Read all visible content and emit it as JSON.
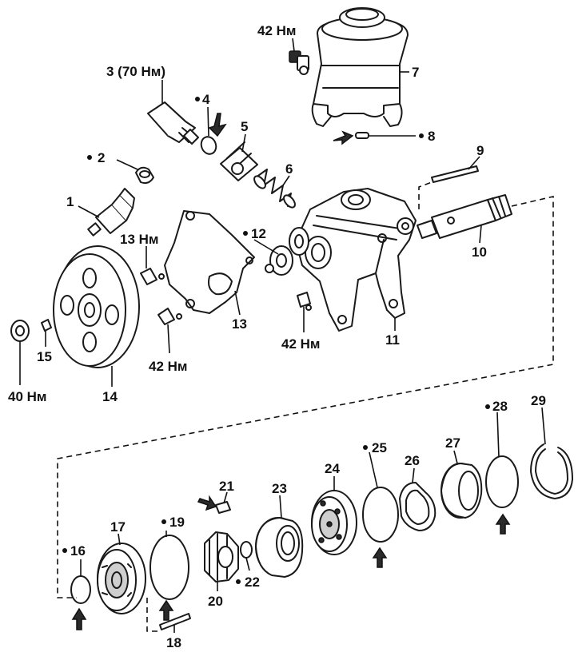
{
  "diagram": {
    "labels": {
      "p1": "1",
      "p2": "2",
      "p3": "3 (70 Нм)",
      "p4": "4",
      "p5": "5",
      "p6": "6",
      "p7": "7",
      "p8": "8",
      "p9": "9",
      "p10": "10",
      "p11": "11",
      "p12": "12",
      "p13": "13",
      "p14": "14",
      "p15": "15",
      "p16": "16",
      "p17": "17",
      "p18": "18",
      "p19": "19",
      "p20": "20",
      "p21": "21",
      "p22": "22",
      "p23": "23",
      "p24": "24",
      "p25": "25",
      "p26": "26",
      "p27": "27",
      "p28": "28",
      "p29": "29"
    },
    "torques": {
      "t_top": "42 Нм",
      "t_13": "13 Нм",
      "t_42_bolt": "42 Нм",
      "t_42_bracket": "42 Нм",
      "t_40": "40 Нм"
    }
  }
}
